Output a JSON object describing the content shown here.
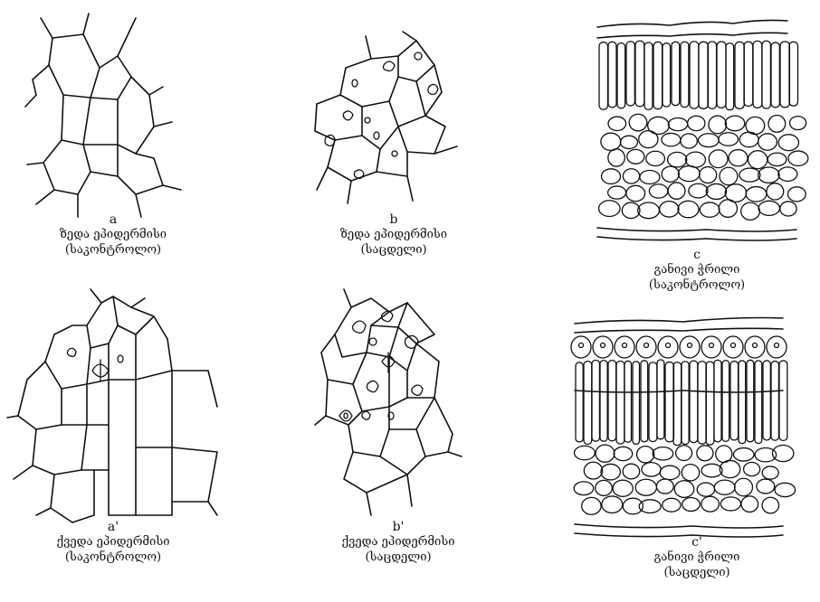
{
  "panels": [
    {
      "id": "a",
      "letter": "a",
      "line1": "ზედა ეპიდერმისი",
      "line2": "(საკონტროლო)"
    },
    {
      "id": "b",
      "letter": "b",
      "line1": "ზედა ეპიდერმისი",
      "line2": "(საცდელი)"
    },
    {
      "id": "c",
      "letter": "c",
      "line1": "განივი ჭრილი",
      "line2": "(საკონტროლო)"
    },
    {
      "id": "a2",
      "letter": "a'",
      "line1": "ქვედა ეპიდერმისი",
      "line2": "(საკონტროლო)"
    },
    {
      "id": "b2",
      "letter": "b'",
      "line1": "ქვედა ეპიდერმისი",
      "line2": "(საცდელი)"
    },
    {
      "id": "c2",
      "letter": "c'",
      "line1": "განივი ჭრილი",
      "line2": "(საცდელი)"
    }
  ]
}
